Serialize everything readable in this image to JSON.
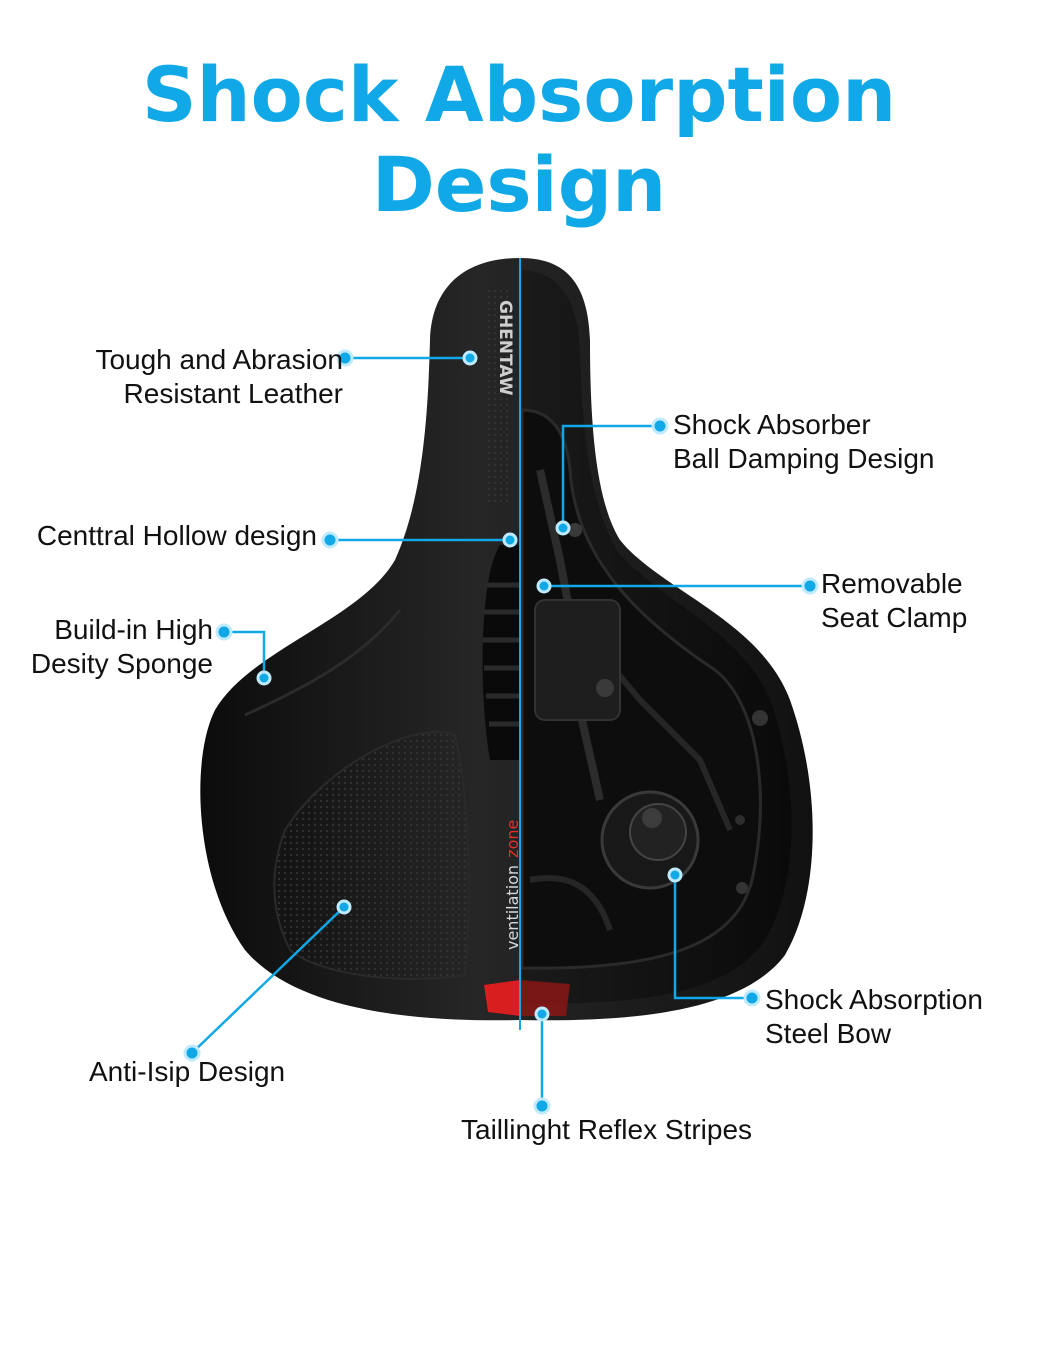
{
  "title": "Shock Absorption Design",
  "colors": {
    "accent": "#10a8e6",
    "saddle": "#141414",
    "reflector": "#d81e1e",
    "text": "#111111"
  },
  "saddle_print": {
    "brand": "GHENTAW",
    "zone_word_1": "ventilation",
    "zone_word_2": "zone"
  },
  "callouts": {
    "leather": {
      "line1": "Tough and Abrasion",
      "line2": "Resistant Leather"
    },
    "hollow": {
      "line1": "Centtral Hollow design"
    },
    "sponge": {
      "line1": "Build-in High",
      "line2": "Desity Sponge"
    },
    "antislip": {
      "line1": "Anti-Isip Design"
    },
    "ball": {
      "line1": "Shock Absorber",
      "line2": "Ball Damping Design"
    },
    "clamp": {
      "line1": "Removable",
      "line2": "Seat Clamp"
    },
    "steel_bow": {
      "line1": "Shock Absorption",
      "line2": "Steel Bow"
    },
    "taillight": {
      "line1": "Taillinght Reflex Stripes"
    }
  }
}
